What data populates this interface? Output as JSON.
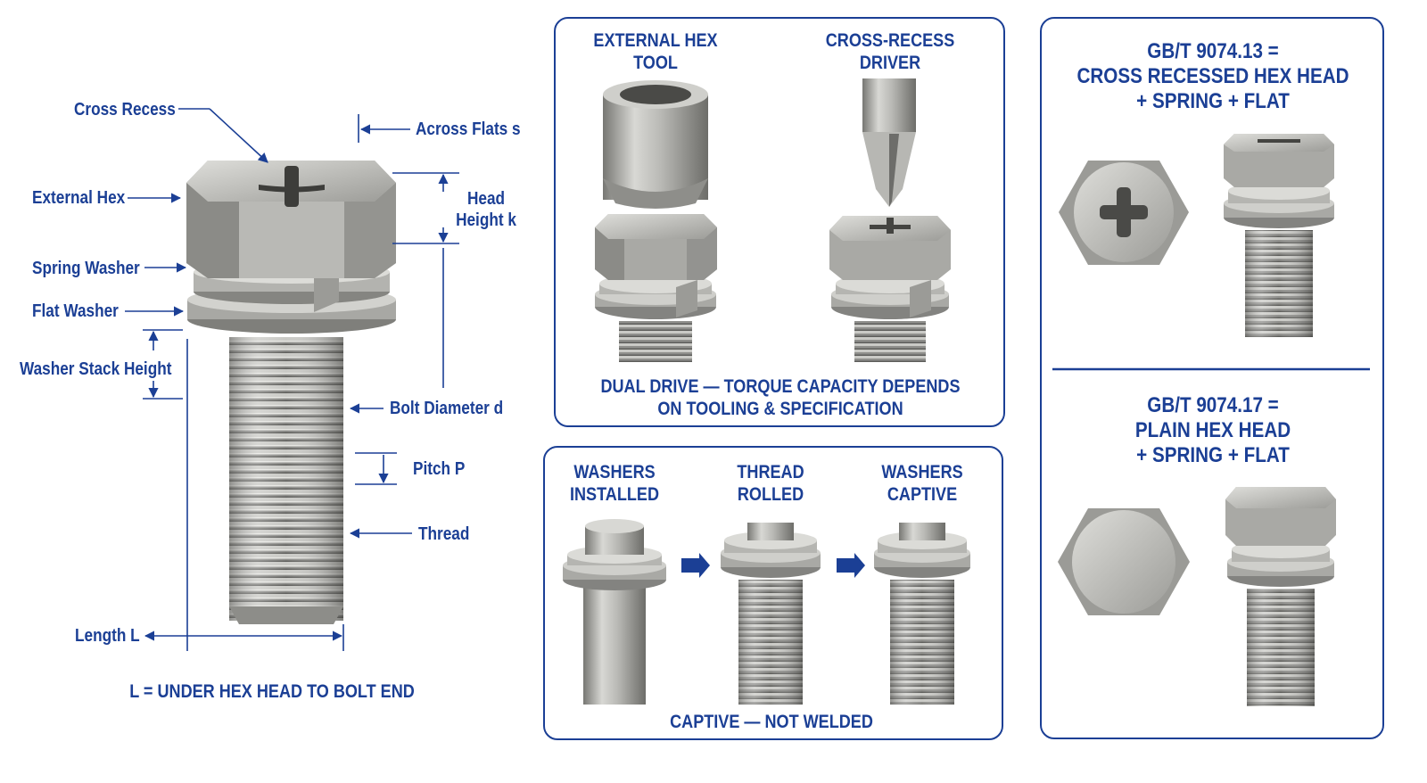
{
  "diagram": {
    "labels": {
      "cross_recess": "Cross Recess",
      "external_hex": "External Hex",
      "spring_washer": "Spring Washer",
      "flat_washer": "Flat Washer",
      "washer_stack_height": "Washer Stack Height",
      "length": "Length L",
      "across_flats": "Across Flats s",
      "head_height_line1": "Head",
      "head_height_line2": "Height k",
      "bolt_diameter": "Bolt Diameter d",
      "pitch": "Pitch P",
      "thread": "Thread"
    },
    "footnote": "L = UNDER HEX HEAD TO BOLT END"
  },
  "tooling_panel": {
    "tool1_line1": "EXTERNAL HEX",
    "tool1_line2": "TOOL",
    "tool2_line1": "CROSS-RECESS",
    "tool2_line2": "DRIVER",
    "caption_line1": "DUAL DRIVE — TORQUE CAPACITY DEPENDS",
    "caption_line2": "ON TOOLING & SPECIFICATION"
  },
  "process_panel": {
    "steps": [
      {
        "line1": "WASHERS",
        "line2": "INSTALLED"
      },
      {
        "line1": "THREAD",
        "line2": "ROLLED"
      },
      {
        "line1": "WASHERS",
        "line2": "CAPTIVE"
      }
    ],
    "caption": "CAPTIVE — NOT WELDED"
  },
  "standards_panel": {
    "standard1": {
      "line1": "GB/T 9074.13 =",
      "line2": "CROSS RECESSED HEX HEAD",
      "line3": "+ SPRING + FLAT"
    },
    "standard2": {
      "line1": "GB/T 9074.17 =",
      "line2": "PLAIN HEX HEAD",
      "line3": "+ SPRING + FLAT"
    }
  },
  "colors": {
    "accent": "#1b3f95",
    "metal": "#9a9a96",
    "border": "#1b3f95"
  }
}
